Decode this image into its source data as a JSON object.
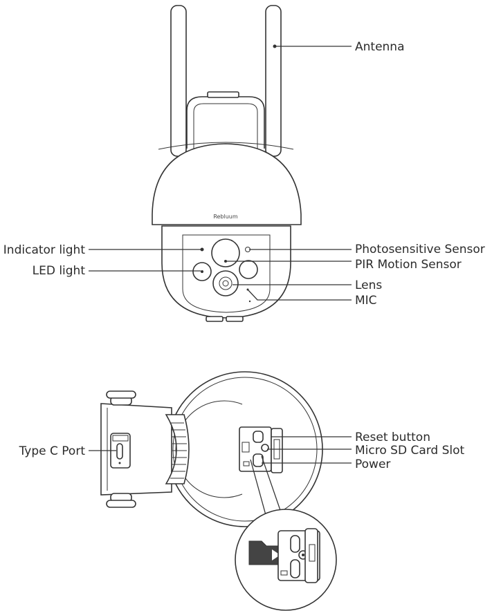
{
  "title": "",
  "brand_label": "Rebluum",
  "front_view": {
    "labels": {
      "antenna": "Antenna",
      "indicator_light": "Indicator light",
      "led_light": "LED light",
      "photosensitive_sensor": "Photosensitive Sensor",
      "pir_motion_sensor": "PIR Motion Sensor",
      "lens": "Lens",
      "mic": "MIC"
    }
  },
  "bottom_view": {
    "labels": {
      "type_c_port": "Type C Port",
      "reset_button": "Reset button",
      "micro_sd_card_slot": "Micro SD Card Slot",
      "power": "Power"
    }
  },
  "icons": {
    "sd_card": "sd-card-icon",
    "play": "play-arrow-icon"
  },
  "colors": {
    "line": "#333333",
    "text": "#2b2b2b",
    "sd_card_fill": "#444444"
  }
}
